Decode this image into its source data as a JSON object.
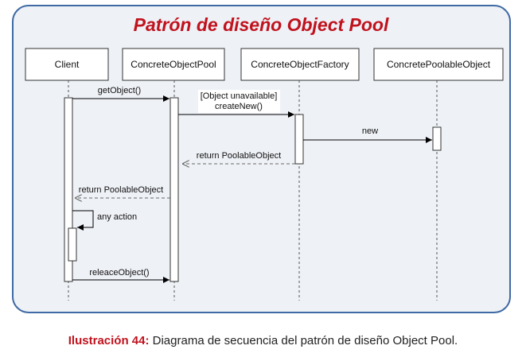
{
  "diagram": {
    "title": "Patrón de diseño Object Pool",
    "participants": [
      "Client",
      "ConcreteObjectPool",
      "ConcreteObjectFactory",
      "ConcretePoolableObject"
    ],
    "messages": {
      "get_object": "getObject()",
      "object_unavailable": "[Object unavailable]",
      "create_new": "createNew()",
      "new": "new",
      "return_from_factory": "return PoolableObject",
      "return_to_client": "return PoolableObject",
      "any_action": "any action",
      "release_object": "releaceObject()"
    }
  },
  "caption": {
    "label": "Ilustración 44:",
    "text": " Diagrama de secuencia del patrón de diseño Object Pool."
  }
}
